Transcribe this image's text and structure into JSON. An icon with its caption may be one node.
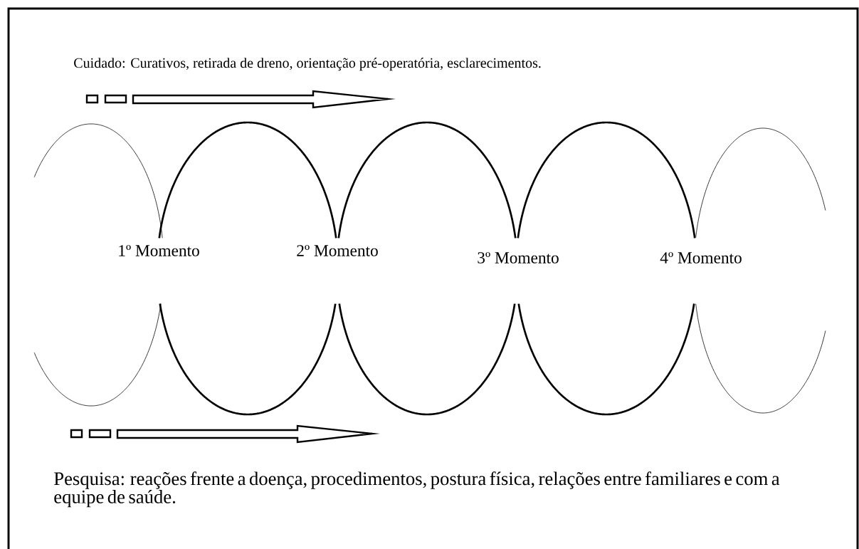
{
  "diagram": {
    "labels": [
      "Cuidado: Curativos, retirada de dreno, orientação  pré-operatória, esclarecimentos.",
      "1º Momento",
      "2º Momento",
      "3º Momento",
      "4º Momento",
      "Pesquisa: reações frente a doença, procedimentos, postura física, relações entre familiares e com a equipe de saúde."
    ]
  }
}
